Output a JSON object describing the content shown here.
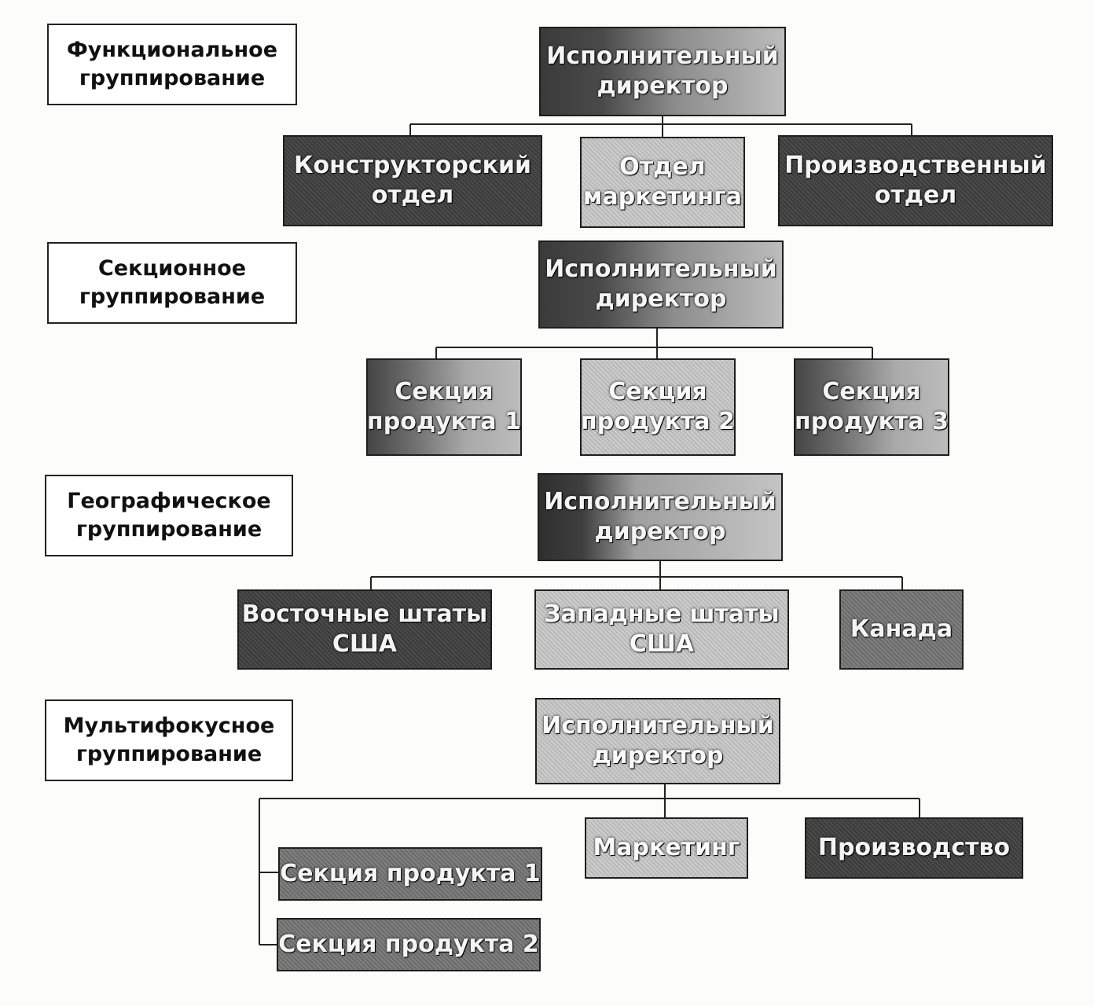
{
  "rows": {
    "functional": {
      "label": [
        "Функциональное",
        "группирование"
      ],
      "head": [
        "Исполнительный",
        "директор"
      ],
      "children": [
        [
          "Конструкторский",
          "отдел"
        ],
        [
          "Отдел",
          "маркетинга"
        ],
        [
          "Производственный",
          "отдел"
        ]
      ]
    },
    "sectional": {
      "label": [
        "Секционное",
        "группирование"
      ],
      "head": [
        "Исполнительный",
        "директор"
      ],
      "children": [
        [
          "Секция",
          "продукта 1"
        ],
        [
          "Секция",
          "продукта 2"
        ],
        [
          "Секция",
          "продукта 3"
        ]
      ]
    },
    "geographic": {
      "label": [
        "Географическое",
        "группирование"
      ],
      "head": [
        "Исполнительный",
        "директор"
      ],
      "children": [
        [
          "Восточные штаты",
          "США"
        ],
        [
          "Западные штаты",
          "США"
        ],
        [
          "Канада"
        ]
      ]
    },
    "multifocus": {
      "label": [
        "Мультифокусное",
        "группирование"
      ],
      "head": [
        "Исполнительный",
        "директор"
      ],
      "children": [
        [
          "Маркетинг"
        ],
        [
          "Производство"
        ]
      ],
      "sections": [
        [
          "Секция продукта 1"
        ],
        [
          "Секция продукта 2"
        ]
      ]
    }
  }
}
